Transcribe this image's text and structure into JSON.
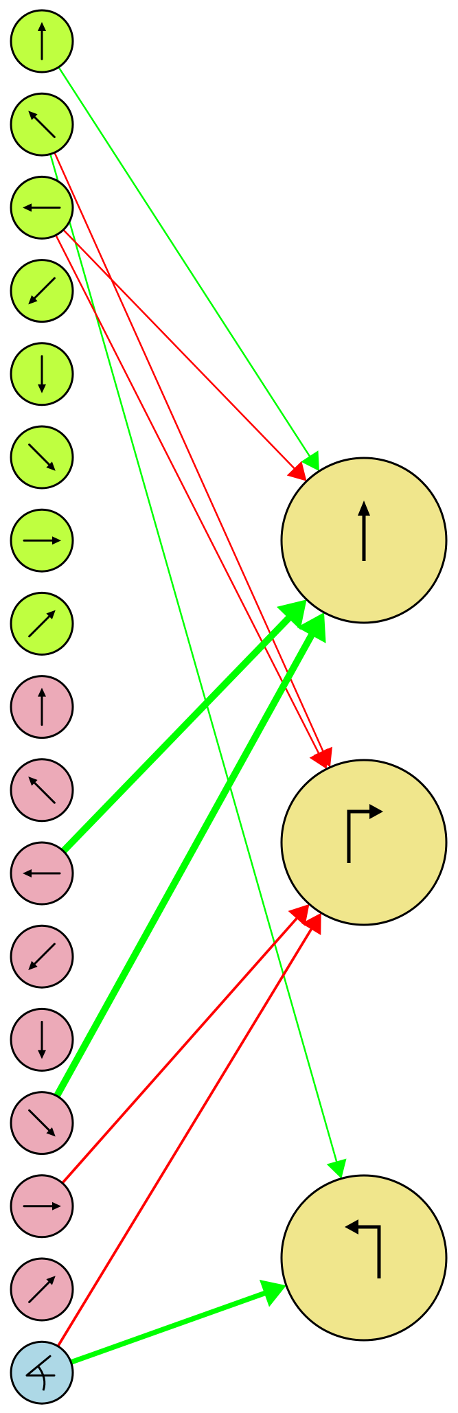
{
  "colors": {
    "green_input": "#bfff40",
    "pink_input": "#ecaab8",
    "blue_input": "#add8e6",
    "output": "#f0e68c",
    "excite": "#00ff00",
    "inhibit": "#ff0000",
    "stroke": "#000000"
  },
  "inputs": [
    {
      "id": "g-up",
      "group": "green",
      "icon": "arrow-up-icon"
    },
    {
      "id": "g-upleft",
      "group": "green",
      "icon": "arrow-up-left-icon"
    },
    {
      "id": "g-left",
      "group": "green",
      "icon": "arrow-left-icon"
    },
    {
      "id": "g-downleft",
      "group": "green",
      "icon": "arrow-down-left-icon"
    },
    {
      "id": "g-down",
      "group": "green",
      "icon": "arrow-down-icon"
    },
    {
      "id": "g-downright",
      "group": "green",
      "icon": "arrow-down-right-icon"
    },
    {
      "id": "g-right",
      "group": "green",
      "icon": "arrow-right-icon"
    },
    {
      "id": "g-upright",
      "group": "green",
      "icon": "arrow-up-right-icon"
    },
    {
      "id": "p-up",
      "group": "pink",
      "icon": "arrow-up-icon"
    },
    {
      "id": "p-upleft",
      "group": "pink",
      "icon": "arrow-up-left-icon"
    },
    {
      "id": "p-left",
      "group": "pink",
      "icon": "arrow-left-icon"
    },
    {
      "id": "p-downleft",
      "group": "pink",
      "icon": "arrow-down-left-icon"
    },
    {
      "id": "p-down",
      "group": "pink",
      "icon": "arrow-down-icon"
    },
    {
      "id": "p-downright",
      "group": "pink",
      "icon": "arrow-down-right-icon"
    },
    {
      "id": "p-right",
      "group": "pink",
      "icon": "arrow-right-icon"
    },
    {
      "id": "p-upright",
      "group": "pink",
      "icon": "arrow-up-right-icon"
    },
    {
      "id": "b-angle",
      "group": "blue",
      "icon": "angle-icon"
    }
  ],
  "outputs": [
    {
      "id": "o-straight",
      "icon": "straight-arrow-icon"
    },
    {
      "id": "o-turnright",
      "icon": "turn-right-icon"
    },
    {
      "id": "o-turnleft",
      "icon": "turn-left-icon"
    }
  ],
  "edges": [
    {
      "from": "g-up",
      "to": "o-straight",
      "kind": "excite",
      "weight": 1
    },
    {
      "from": "g-upleft",
      "to": "o-turnright",
      "kind": "inhibit",
      "weight": 1
    },
    {
      "from": "g-upleft",
      "to": "o-turnleft",
      "kind": "excite",
      "weight": 1
    },
    {
      "from": "g-left",
      "to": "o-straight",
      "kind": "inhibit",
      "weight": 1
    },
    {
      "from": "g-left",
      "to": "o-turnright",
      "kind": "inhibit",
      "weight": 1
    },
    {
      "from": "p-left",
      "to": "o-straight",
      "kind": "excite",
      "weight": 4
    },
    {
      "from": "p-downright",
      "to": "o-straight",
      "kind": "excite",
      "weight": 4
    },
    {
      "from": "p-right",
      "to": "o-turnright",
      "kind": "inhibit",
      "weight": 1.5
    },
    {
      "from": "b-angle",
      "to": "o-turnright",
      "kind": "inhibit",
      "weight": 1.5
    },
    {
      "from": "b-angle",
      "to": "o-turnleft",
      "kind": "excite",
      "weight": 3
    }
  ]
}
